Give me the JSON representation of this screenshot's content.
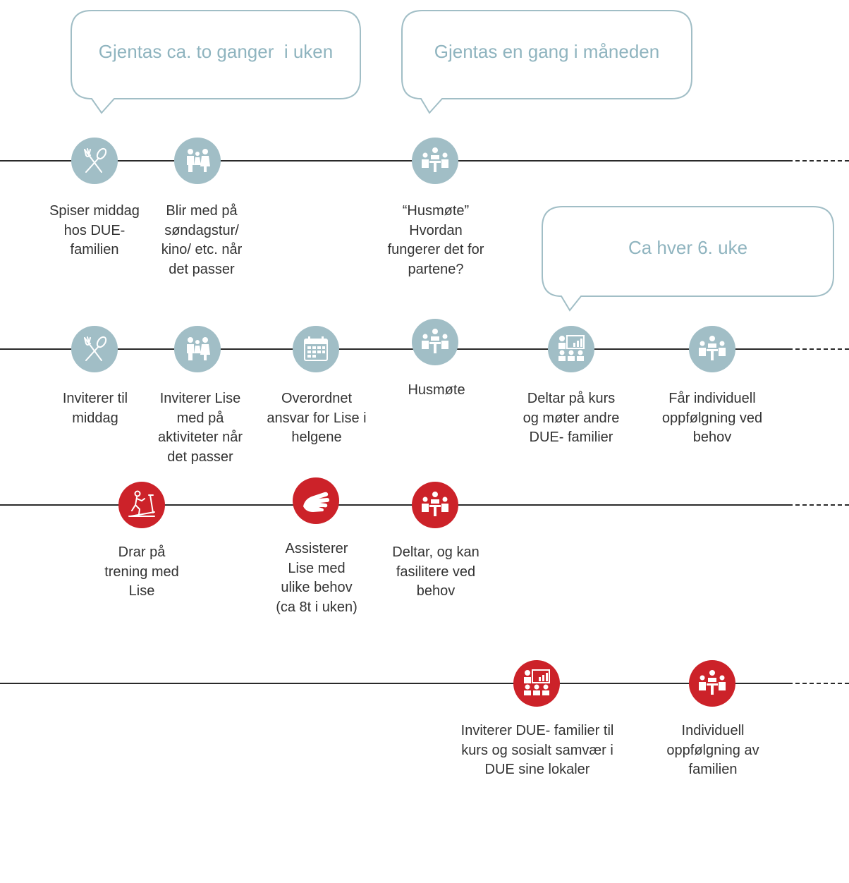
{
  "bubbles": {
    "weekly": "Gjentas ca. to ganger  i uken",
    "monthly": "Gjentas en gang i måneden",
    "six_weeks": "Ca hver 6. uke"
  },
  "row1": {
    "dinner": "Spiser middag\nhos DUE-\nfamilien",
    "trip": "Blir med på\nsøndagstur/\nkino/ etc. når\ndet passer",
    "meeting": "“Husmøte”\nHvordan\nfungerer det for\npartene?"
  },
  "row2": {
    "dinner": "Inviterer til\nmiddag",
    "activities": "Inviterer Lise\nmed på\naktiviteter når\ndet passer",
    "responsibility": "Overordnet\nansvar for Lise i\nhelgene",
    "meeting": "Husmøte",
    "course": "Deltar på kurs\nog møter andre\nDUE- familier",
    "followup": "Får individuell\noppfølgning ved\nbehov"
  },
  "row3": {
    "training": "Drar på\ntrening med\nLise",
    "assist": "Assisterer\nLise med\nulike behov\n(ca 8t i uken)",
    "participate": "Deltar, og kan\nfasilitere ved\nbehov"
  },
  "row4": {
    "invite": "Inviterer DUE- familier til\nkurs og sosialt samvær i\nDUE sine lokaler",
    "followup": "Individuell\noppfølgning av\nfamilien"
  },
  "colors": {
    "teal": "#a1bec6",
    "red": "#cc2229",
    "bubble_text": "#8fb4bf"
  },
  "icons": {
    "dinner": "fork-spoon-icon",
    "family": "family-icon",
    "meeting": "meeting-icon",
    "calendar": "calendar-icon",
    "presentation": "presentation-icon",
    "treadmill": "treadmill-icon",
    "hand": "hand-icon"
  }
}
